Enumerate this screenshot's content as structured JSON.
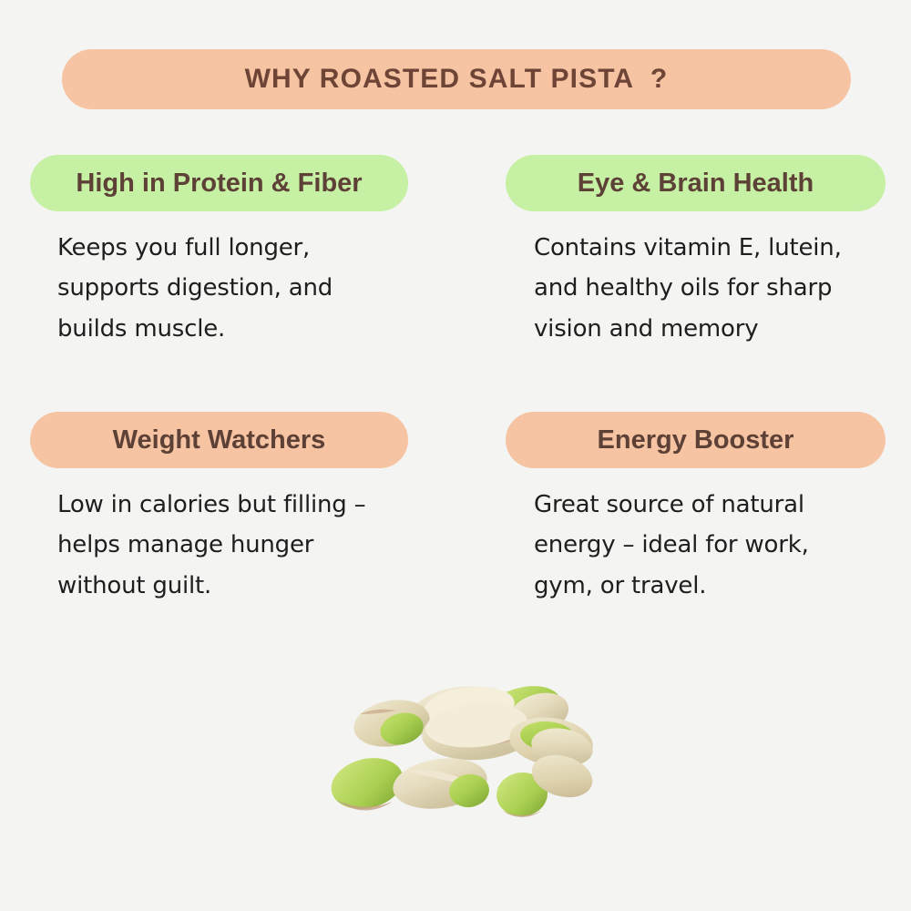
{
  "page": {
    "background_color": "#f4f4f2"
  },
  "header": {
    "title": "WHY ROASTED SALT PISTA  ?",
    "pill_color": "#f6c4a2",
    "text_color": "#6d4436"
  },
  "benefits": [
    {
      "id": "high-in-protein-and-fiber",
      "heading": "High in Protein & Fiber",
      "body": "Keeps you full longer, supports digestion, and builds muscle.",
      "pill_color": "#c6f0a4",
      "column": "left",
      "row": 1
    },
    {
      "id": "eye-and-brain-health",
      "heading": "Eye & Brain Health",
      "body": "Contains vitamin E, lutein, and healthy oils for sharp vision and memory",
      "pill_color": "#c6f0a4",
      "column": "right",
      "row": 1
    },
    {
      "id": "weight-watchers",
      "heading": "Weight Watchers",
      "body": "Low in calories but filling – helps manage hunger without guilt.",
      "pill_color": "#f6c4a2",
      "column": "left",
      "row": 2
    },
    {
      "id": "energy-booster",
      "heading": "Energy Booster",
      "body": "Great source of natural energy – ideal for work, gym, or travel.",
      "pill_color": "#f6c4a2",
      "column": "right",
      "row": 2
    }
  ],
  "illustration": {
    "name": "pistachio-nuts-image",
    "shell_color": "#e8dfc2",
    "kernel_color": "#a8cf52"
  }
}
